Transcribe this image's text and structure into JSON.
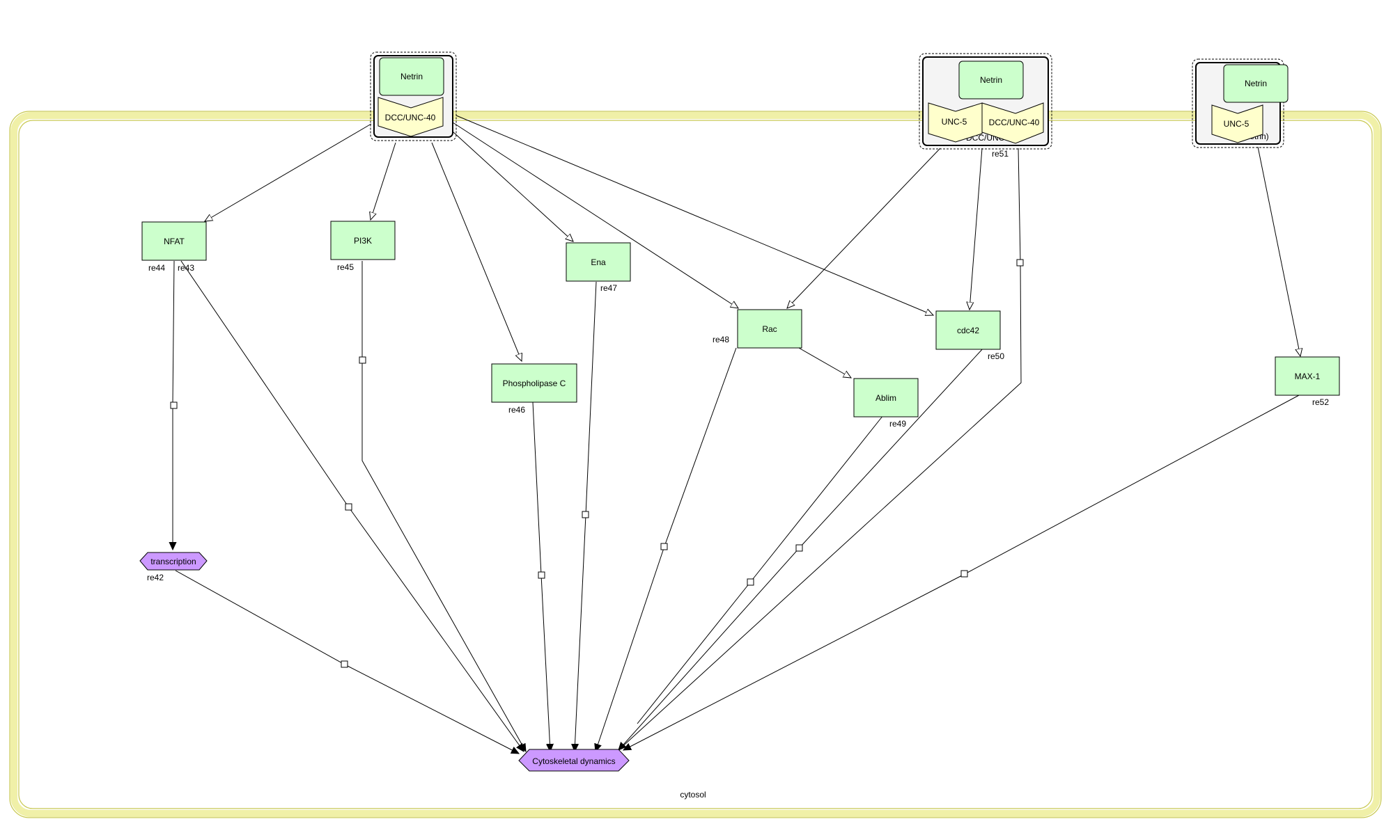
{
  "compartment": {
    "label": "cytosol",
    "color": "#f0f0a8",
    "border": "#c8c850"
  },
  "complexes": [
    {
      "id": "c1",
      "components": [
        "Netrin",
        "DCC/UNC-40"
      ]
    },
    {
      "id": "c2",
      "components": [
        "Netrin",
        "UNC-5",
        "DCC/UNC-40"
      ],
      "hidden_text": [
        "re",
        "DCC/UNC-4"
      ],
      "label": "re51"
    },
    {
      "id": "c3",
      "components": [
        "Netrin",
        "UNC-5"
      ],
      "hidden_text": [
        "etrin)"
      ]
    }
  ],
  "proteins": [
    {
      "id": "nfat",
      "label": "NFAT"
    },
    {
      "id": "pi3k",
      "label": "PI3K"
    },
    {
      "id": "ena",
      "label": "Ena"
    },
    {
      "id": "plc",
      "label": "Phospholipase C"
    },
    {
      "id": "rac",
      "label": "Rac"
    },
    {
      "id": "cdc42",
      "label": "cdc42"
    },
    {
      "id": "ablim",
      "label": "Ablim"
    },
    {
      "id": "max1",
      "label": "MAX-1"
    }
  ],
  "phenotypes": [
    {
      "id": "transcription",
      "label": "transcription"
    },
    {
      "id": "cyto",
      "label": "Cytoskeletal dynamics"
    }
  ],
  "reaction_labels": [
    "re44",
    "re43",
    "re45",
    "re47",
    "re46",
    "re48",
    "re49",
    "re50",
    "re52",
    "re42"
  ],
  "colors": {
    "protein_fill": "#ccffcc",
    "receptor_fill": "#ffffcc",
    "phenotype_fill": "#cc99ff",
    "complex_fill": "#f4f4f4"
  }
}
